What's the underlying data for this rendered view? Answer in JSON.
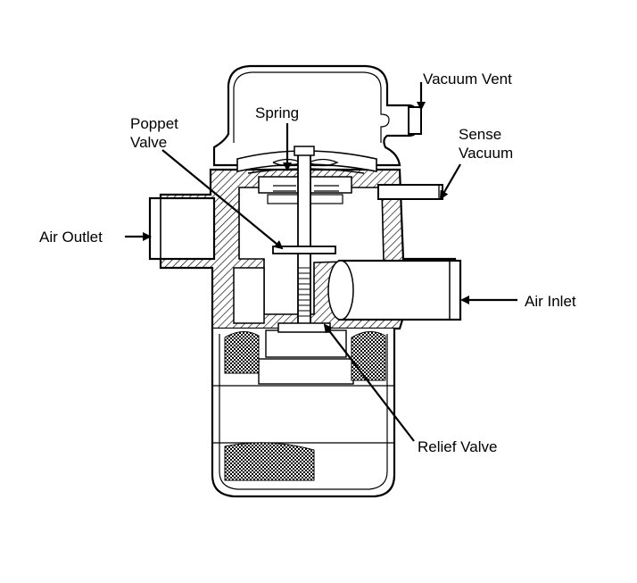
{
  "labels": {
    "vacuum_vent": "Vacuum Vent",
    "spring": "Spring",
    "poppet_valve": "Poppet\nValve",
    "sense_vacuum": "Sense\nVacuum",
    "air_outlet": "Air Outlet",
    "air_inlet": "Air Inlet",
    "relief_valve": "Relief Valve"
  },
  "colors": {
    "ink": "#000000",
    "background": "#ffffff"
  }
}
